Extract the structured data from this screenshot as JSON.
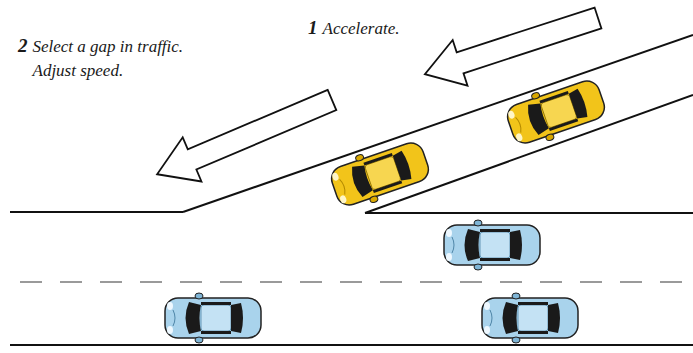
{
  "diagram": {
    "labels": [
      "1",
      "Accelerate.",
      "2",
      "Select a gap in traffic. Adjust speed."
    ]
  }
}
